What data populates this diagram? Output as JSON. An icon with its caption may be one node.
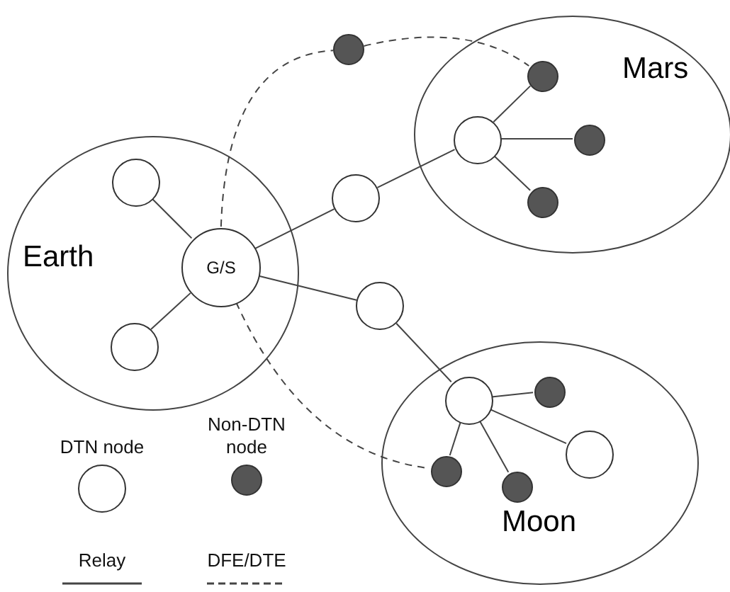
{
  "diagram": {
    "nodes": [
      {
        "text": [
          "Earth"
        ]
      },
      {
        "text": [],
        "shape": "circle",
        "in": 0
      },
      {
        "text": [
          "G/S"
        ],
        "in": 0
      },
      {
        "text": [],
        "shape": "circle",
        "in": 0
      },
      {
        "text": [],
        "shape": "circle"
      },
      {
        "text": [],
        "shape": "dot"
      },
      {
        "text": [
          "Mars"
        ]
      },
      {
        "text": [],
        "shape": "circle",
        "in": 6
      },
      {
        "text": [],
        "shape": "dot",
        "in": 6
      },
      {
        "text": [],
        "shape": "dot",
        "in": 6
      },
      {
        "text": [],
        "shape": "dot",
        "in": 6
      },
      {
        "text": [],
        "shape": "circle"
      },
      {
        "text": [
          "Moon"
        ]
      },
      {
        "text": [],
        "shape": "circle",
        "in": 12
      },
      {
        "text": [],
        "shape": "dot",
        "in": 12
      },
      {
        "text": [],
        "shape": "circle",
        "in": 12
      },
      {
        "text": [],
        "shape": "dot",
        "in": 12
      },
      {
        "text": [],
        "shape": "dot",
        "in": 12
      }
    ],
    "edges": [
      {
        "from": 1,
        "to": 2,
        "arrow": "none"
      },
      {
        "from": 3,
        "to": 2,
        "arrow": "none"
      },
      {
        "from": 2,
        "to": 4,
        "arrow": "none"
      },
      {
        "from": 4,
        "to": 7,
        "arrow": "none"
      },
      {
        "from": 7,
        "to": 8,
        "arrow": "none"
      },
      {
        "from": 7,
        "to": 9,
        "arrow": "none"
      },
      {
        "from": 7,
        "to": 10,
        "arrow": "none"
      },
      {
        "from": 2,
        "to": 11,
        "arrow": "none"
      },
      {
        "from": 11,
        "to": 13,
        "arrow": "none"
      },
      {
        "from": 13,
        "to": 14,
        "arrow": "none"
      },
      {
        "from": 13,
        "to": 15,
        "arrow": "none"
      },
      {
        "from": 13,
        "to": 16,
        "arrow": "none"
      },
      {
        "from": 13,
        "to": 17,
        "arrow": "none"
      },
      {
        "from": 2,
        "to": 5,
        "arrow": "none",
        "style": "dashed"
      },
      {
        "from": 5,
        "to": 8,
        "arrow": "none",
        "style": "dashed"
      },
      {
        "from": 2,
        "to": 16,
        "arrow": "none",
        "style": "dashed"
      }
    ],
    "legend": [
      {
        "text": "DTN node",
        "color": "#ffffff"
      },
      {
        "text": "Non-DTN node",
        "color": "#555555"
      },
      {
        "text": "Relay"
      },
      {
        "text": "DFE/DTE"
      }
    ]
  }
}
